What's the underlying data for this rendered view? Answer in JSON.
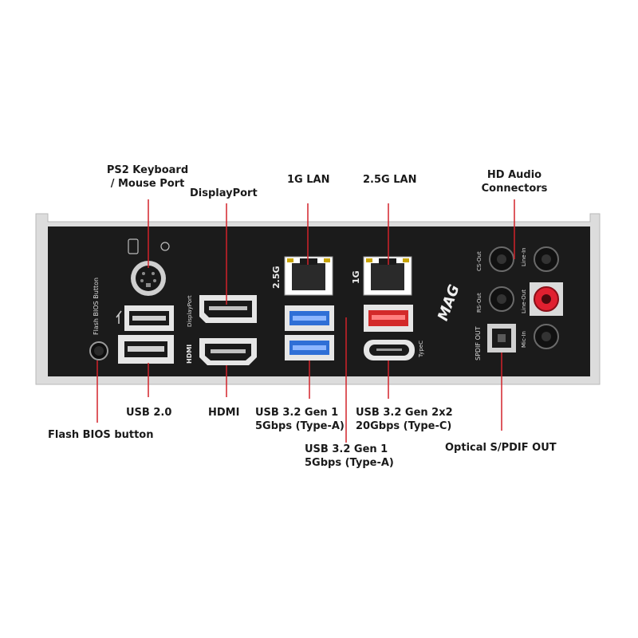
{
  "colors": {
    "leader": "#d2232a",
    "plate": "#1c1c1c",
    "frame": "#d9d9d9",
    "usb3_blue": "#2f6fd6",
    "usb_red": "#d32a2a",
    "audio_pink": "#e02030"
  },
  "callouts": {
    "ps2": [
      "PS2 Keyboard",
      "/ Mouse Port"
    ],
    "displayport": "DisplayPort",
    "lan1g": "1G LAN",
    "lan25g": "2.5G LAN",
    "hd_audio": [
      "HD Audio",
      "Connectors"
    ],
    "usb20": "USB 2.0",
    "hdmi": "HDMI",
    "usb32_gen1_a": [
      "USB 3.2 Gen 1",
      "5Gbps (Type-A)"
    ],
    "usb32_gen2x2": [
      "USB 3.2 Gen 2x2",
      "20Gbps (Type-C)"
    ],
    "flash_bios": "Flash BIOS button",
    "usb32_gen1_b": [
      "USB 3.2 Gen 1",
      "5Gbps (Type-A)"
    ],
    "optical": "Optical S/PDIF OUT"
  },
  "board": {
    "flash_bios_button": "Flash BIOS Button",
    "displayport_text": "DisplayPort",
    "hdmi_text": "HDMI",
    "lan_left_speed": "2.5G",
    "lan_right_speed": "1G",
    "brand": "MAG",
    "typec_text": "TypeC",
    "spdif_text": "SPDIF OUT",
    "audio_cs_out": "CS-Out",
    "audio_rs_out": "RS-Out",
    "audio_line_in": "Line-In",
    "audio_line_out": "Line-Out",
    "audio_mic_in": "Mic-In"
  }
}
